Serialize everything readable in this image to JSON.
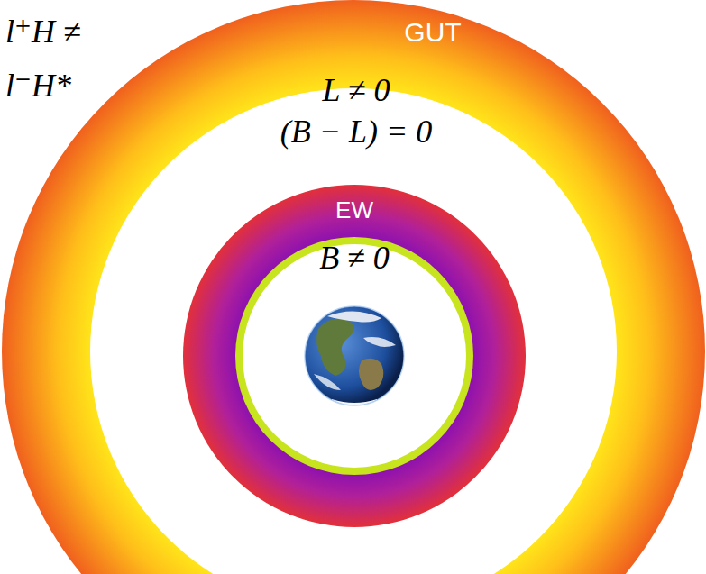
{
  "diagram": {
    "nodes": [
      {
        "text": [
          "GUT",
          "L ≠ 0",
          "(B − L) = 0"
        ]
      },
      {
        "text": [
          "EW",
          "B ≠ 0"
        ],
        "in": 0
      }
    ],
    "labels": [
      "l⁺H ≠",
      "l⁻H*"
    ]
  }
}
